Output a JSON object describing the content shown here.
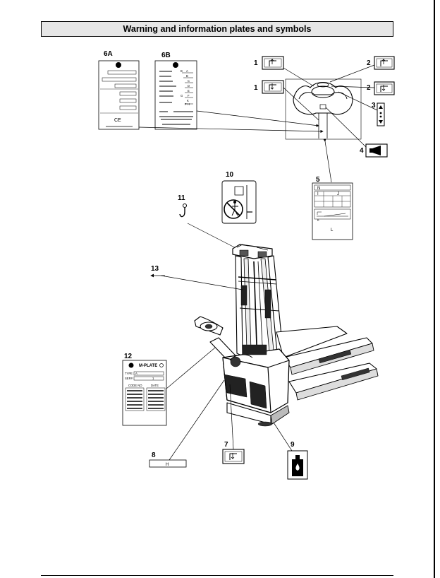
{
  "page": {
    "title": "Warning and information plates and symbols"
  },
  "callouts": {
    "c1a": "1",
    "c1b": "1",
    "c2a": "2",
    "c2b": "2",
    "c3": "3",
    "c4": "4",
    "c5": "5",
    "c6a": "6A",
    "c6b": "6B",
    "c7": "7",
    "c8": "8",
    "c9": "9",
    "c10": "10",
    "c11": "11",
    "c12": "12",
    "c13": "13"
  },
  "plate_6b": {
    "letters": [
      "B",
      "A",
      "B",
      "C",
      "D",
      "E",
      "F",
      "G",
      "K",
      "F",
      "H"
    ]
  },
  "plate_6a": {
    "ce_mark": "CE"
  },
  "plate_5": {
    "cells": [
      "N",
      "I",
      "J",
      "K",
      "L"
    ]
  },
  "plate_12": {
    "title": "M-PLATE",
    "type_label": "TYPE",
    "serial_label": "SER#",
    "type_value": "A",
    "serial_value": "1",
    "col_code": "CODE NO",
    "col_date": "DATE"
  },
  "plate_8": {
    "label": "H"
  },
  "icons": {
    "warning_sticker_10": "no-standing-under-forks-icon",
    "hook_11": "lifting-hook-icon",
    "oil_9": "hydraulic-oil-icon",
    "lift_up": "lift-up-icon",
    "lower_down": "lower-down-icon",
    "horn": "horn-icon",
    "speed": "travel-direction-icon"
  }
}
